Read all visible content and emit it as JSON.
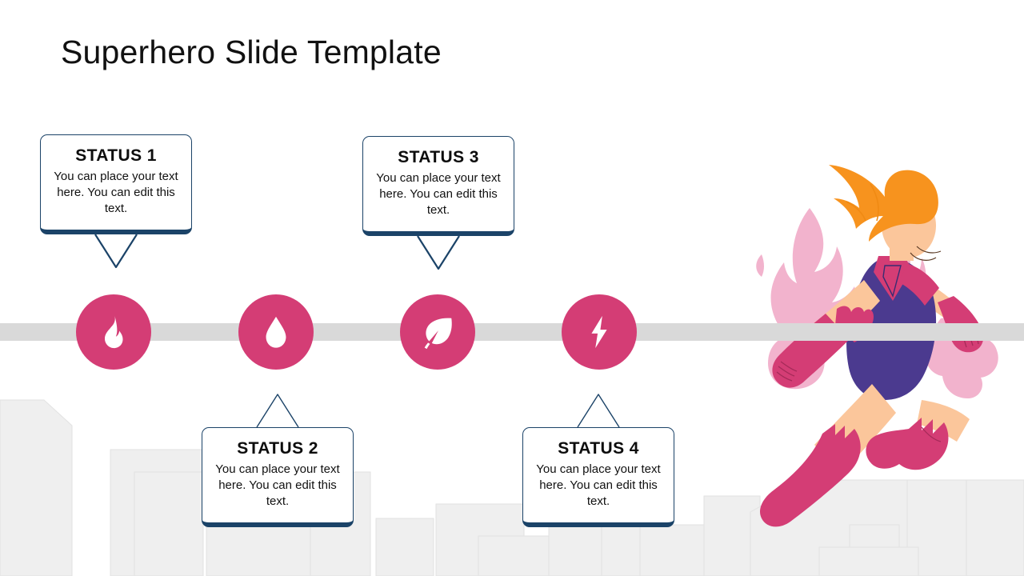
{
  "slide": {
    "title": "Superhero Slide Template",
    "background_color": "#ffffff",
    "timeline_color": "#d9d9d9",
    "accent_color": "#d43d75",
    "callout_border_color": "#1b4368",
    "skyline_color": "#efefef"
  },
  "steps": [
    {
      "id": "status-1",
      "icon": "flame-icon",
      "title": "STATUS 1",
      "text": "You can place your text here. You can edit this text.",
      "position": "above"
    },
    {
      "id": "status-2",
      "icon": "water-drop-icon",
      "title": "STATUS 2",
      "text": "You can place your text here. You can edit this text.",
      "position": "below"
    },
    {
      "id": "status-3",
      "icon": "leaf-icon",
      "title": "STATUS 3",
      "text": "You can place your text here. You can edit this text.",
      "position": "above"
    },
    {
      "id": "status-4",
      "icon": "lightning-bolt-icon",
      "title": "STATUS 4",
      "text": "You can place your text here. You can edit this text.",
      "position": "below"
    }
  ],
  "illustration": {
    "name": "superhero-woman-running",
    "hair_color": "#f7931e",
    "skin_color": "#fbc69b",
    "suit_color": "#4b3a8f",
    "suit_accent_color": "#d43d75",
    "boot_color": "#d43d75",
    "flame_color": "#f2b3cd"
  }
}
